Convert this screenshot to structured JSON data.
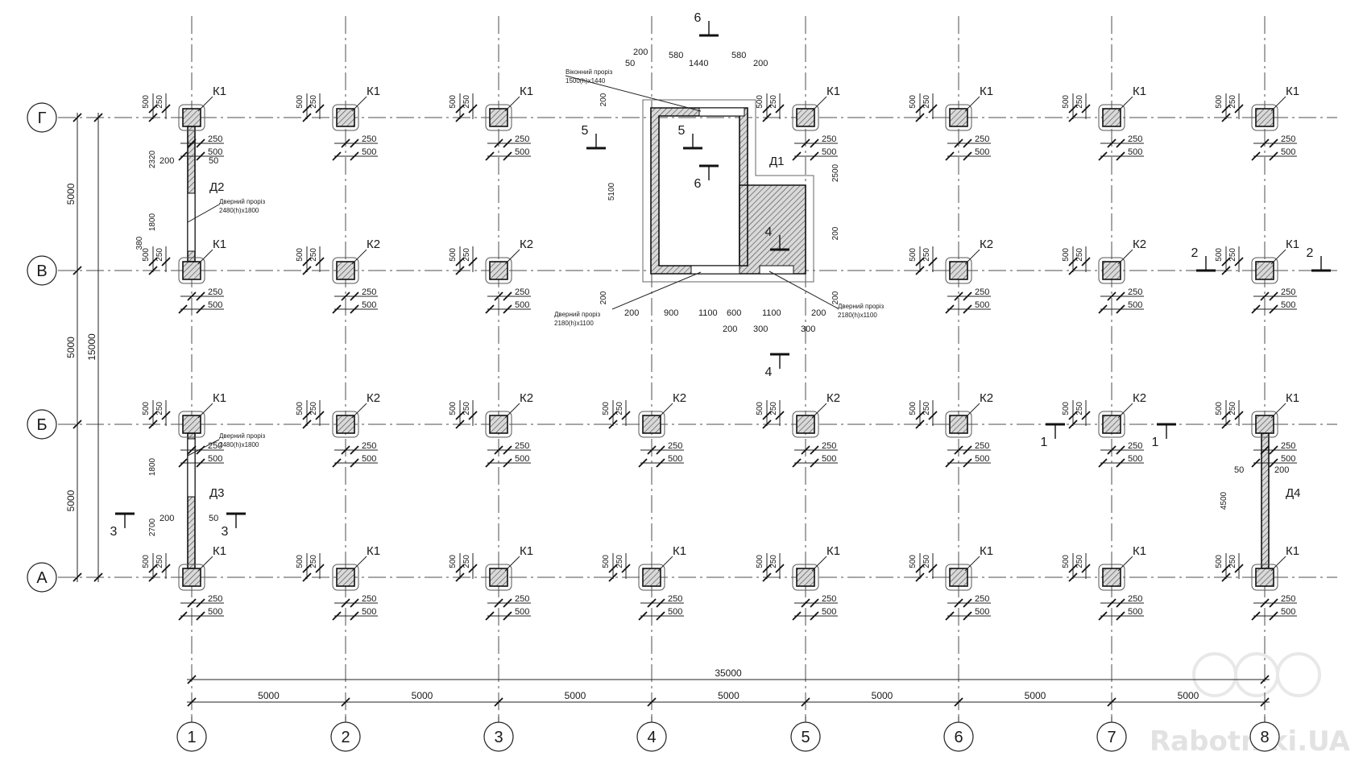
{
  "axes": {
    "columns": [
      "1",
      "2",
      "3",
      "4",
      "5",
      "6",
      "7",
      "8"
    ],
    "rows": [
      "Г",
      "В",
      "Б",
      "А"
    ]
  },
  "dimensions": {
    "total_width": "35000",
    "bay": "5000",
    "total_height": "15000",
    "row_spacing": "5000",
    "col_offsets": [
      "500",
      "250"
    ]
  },
  "column_marks": {
    "Г": [
      "К1",
      "К1",
      "К1",
      null,
      "К1",
      "К1",
      "К1",
      "К1"
    ],
    "В": [
      "К1",
      "К2",
      "К2",
      null,
      null,
      "К2",
      "К2",
      "К1"
    ],
    "Б": [
      "К1",
      "К2",
      "К2",
      "К2",
      "К2",
      "К2",
      "К2",
      "К1"
    ],
    "А": [
      "К1",
      "К1",
      "К1",
      "К1",
      "К1",
      "К1",
      "К1",
      "К1"
    ]
  },
  "walls": {
    "d1": "Д1",
    "d2": "Д2",
    "d3": "Д3",
    "d4": "Д4"
  },
  "notes": {
    "door_2480": "Дверний проріз",
    "door_2480_size": "2480(h)x1800",
    "window": "Віконний проріз",
    "window_size": "1500(h)x1440",
    "door_2180": "Дверний проріз",
    "door_2180_size": "2180(h)x1100"
  },
  "wall_dims": {
    "d2": [
      "2320",
      "200",
      "50",
      "1800",
      "380"
    ],
    "d3": [
      "1800",
      "2700",
      "200",
      "50"
    ],
    "d4": [
      "4500",
      "50",
      "200"
    ],
    "core_top": [
      "200",
      "50",
      "580",
      "1440",
      "580",
      "200"
    ],
    "core_side": [
      "200",
      "5100",
      "200",
      "2500",
      "200",
      "200"
    ],
    "core_bottom": [
      "200",
      "900",
      "1100",
      "600",
      "1100",
      "200",
      "200",
      "300",
      "300"
    ]
  },
  "sections": [
    "1",
    "2",
    "3",
    "4",
    "5",
    "6"
  ],
  "watermark": "Rabotniki.UA"
}
